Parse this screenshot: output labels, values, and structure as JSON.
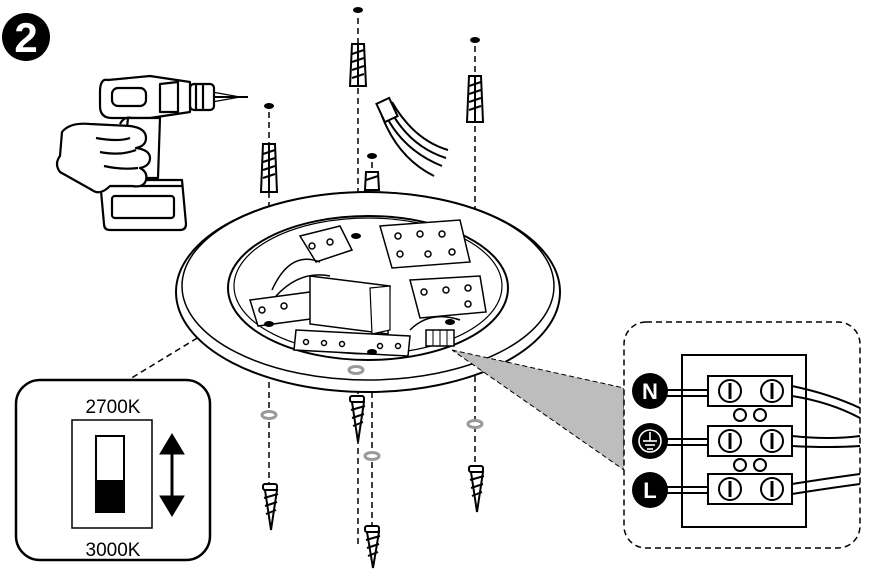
{
  "step": {
    "number": "2"
  },
  "switch_panel": {
    "top_label": "2700K",
    "bottom_label": "3000K"
  },
  "terminal_block": {
    "terminals": [
      {
        "label": "N"
      },
      {
        "label": ""
      },
      {
        "label": "L"
      }
    ],
    "ground_icon": "earth-ground-icon"
  },
  "colors": {
    "line": "#000000",
    "shadow": "#bdbdbd",
    "washer": "#9a9a9a"
  }
}
